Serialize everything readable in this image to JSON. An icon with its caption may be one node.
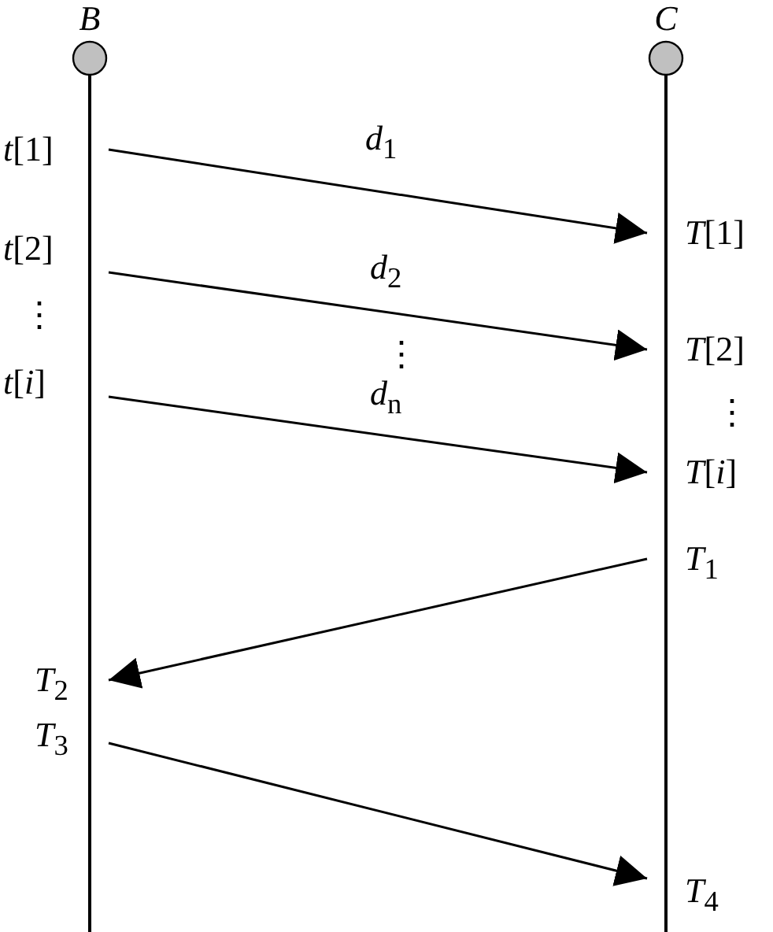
{
  "diagram": {
    "nodes": [
      {
        "text": [
          "*B*"
        ]
      },
      {
        "text": [
          "*C*"
        ]
      }
    ],
    "edges": [
      {
        "from": 0,
        "to": 1,
        "arrow": "to",
        "label": "*d*$_{1}$"
      },
      {
        "from": 0,
        "to": 1,
        "arrow": "to",
        "label": "*d*$_{2}$"
      },
      {
        "from": 0,
        "to": 1,
        "arrow": "to",
        "label": "*d*$_{n}$"
      },
      {
        "from": 1,
        "to": 0,
        "arrow": "to"
      },
      {
        "from": 0,
        "to": 1,
        "arrow": "to"
      }
    ],
    "labels": [
      "*t*[1]",
      "*T*[1]",
      "*t*[2]",
      "⋮",
      "*T*[2]",
      "⋮",
      "*t*[*i*]",
      "⋮",
      "*T*[*i*]",
      "*T*$_{1}$",
      "*T*$_{2}$",
      "*T*$_{3}$",
      "*T*$_{4}$"
    ]
  }
}
